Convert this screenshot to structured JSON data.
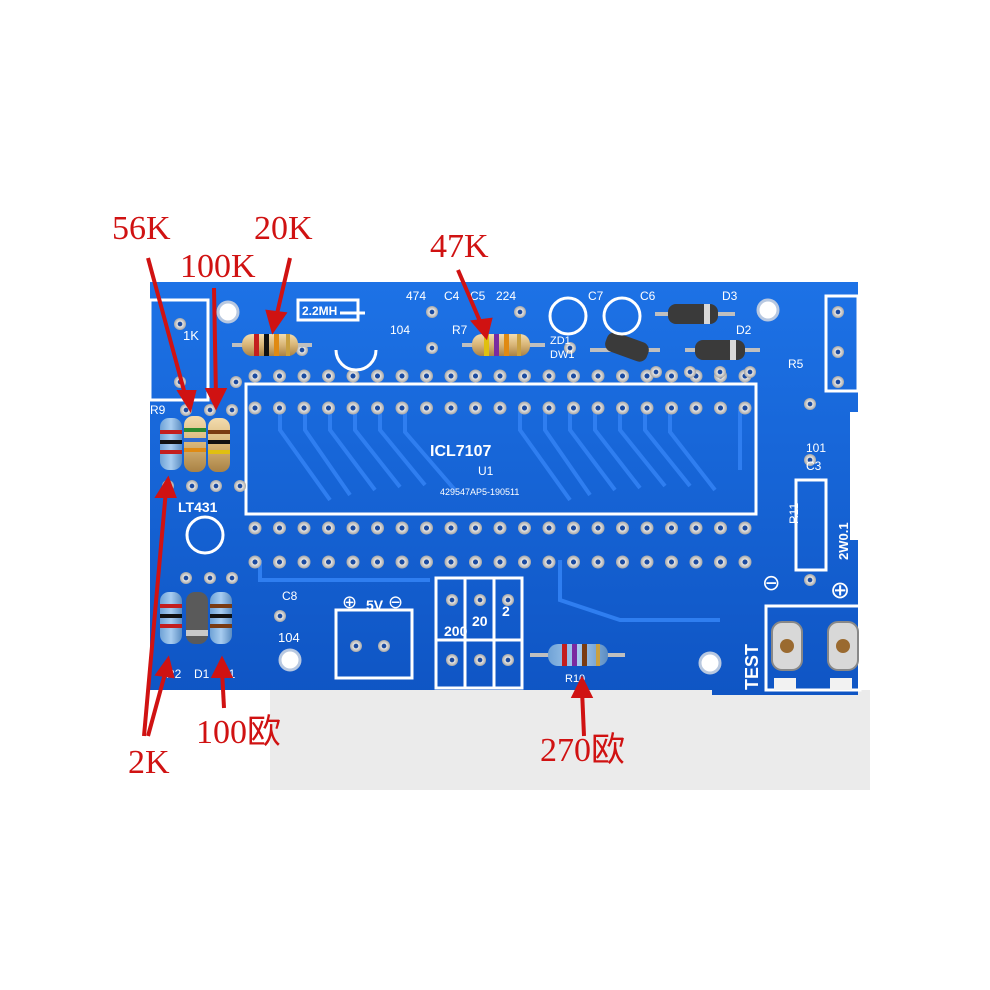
{
  "annotations": {
    "r_56k": "56K",
    "r_20k": "20K",
    "r_100k": "100K",
    "r_47k": "47K",
    "r_2k": "2K",
    "r_100ohm": "100欧",
    "r_270ohm": "270欧"
  },
  "silkscreen": {
    "chip_name": "ICL7107",
    "chip_ref": "U1",
    "chip_code": "429547AP5-190511",
    "lt431": "LT431",
    "inductor": "2.2MH",
    "cap_474": "474",
    "cap_224": "224",
    "c4": "C4",
    "c5": "C5",
    "c6": "C6",
    "c7": "C7",
    "d1": "D1",
    "d2": "D2",
    "d3": "D3",
    "dw1": "DW1",
    "zd1": "ZD1",
    "r1": "R1",
    "r2": "R2",
    "r5": "R5",
    "r7": "R7",
    "r9": "R9",
    "r10": "R10",
    "r11": "R11",
    "c3": "C3",
    "c8": "C8",
    "cap_104": "104",
    "c3_value": "101",
    "rail_5v": "5V",
    "shunt": "2W0.1",
    "test": "TEST",
    "one_k": "1K",
    "range_200": "200",
    "range_20": "20",
    "range_2": "2",
    "plus_sign": "⊕",
    "minus_sign": "⊖"
  },
  "colors": {
    "pcb": "#1565d8",
    "annotation": "#d01212",
    "silk": "#ffffff",
    "pad": "#c9c9c9"
  }
}
